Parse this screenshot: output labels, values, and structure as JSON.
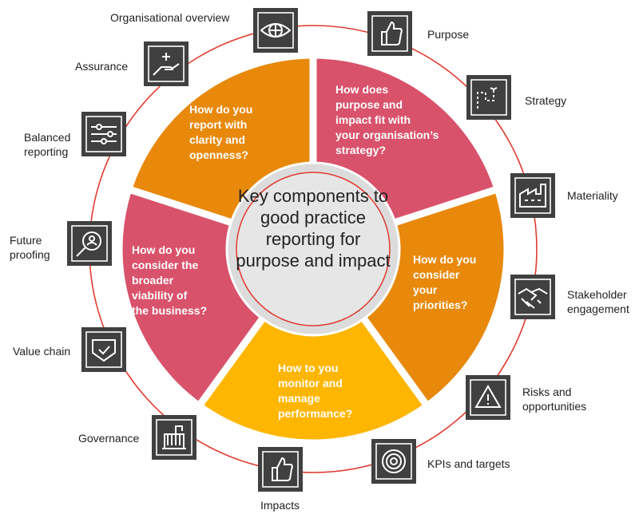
{
  "title": "Key components to good practice reporting for purpose and impact",
  "colors": {
    "pink": "#d9526b",
    "orange": "#e8890c",
    "yellow": "#ffb600",
    "ring": "#e03c31",
    "icon": "#404040",
    "center": "#dcdcdc"
  },
  "segments": [
    {
      "text": "How does purpose and impact fit with your organisation’s strategy?",
      "lines": [
        "How does",
        "purpose and",
        "impact fit with",
        "your organisation’s",
        "strategy?"
      ],
      "color": "pink"
    },
    {
      "text": "How do you consider your priorities?",
      "lines": [
        "How do you",
        "consider",
        "your",
        "priorities?"
      ],
      "color": "orange"
    },
    {
      "text": "How to you monitor and manage performance?",
      "lines": [
        "How to you",
        "monitor and",
        "manage",
        "performance?"
      ],
      "color": "yellow"
    },
    {
      "text": "How do you consider the broader viability of the business?",
      "lines": [
        "How do you",
        "consider the",
        "broader",
        "viability of",
        "the business?"
      ],
      "color": "pink"
    },
    {
      "text": "How do you report with clarity and openness?",
      "lines": [
        "How do you",
        "report with",
        "clarity and",
        "openness?"
      ],
      "color": "orange"
    }
  ],
  "components": [
    {
      "label": "Organisational overview",
      "icon": "eye-icon"
    },
    {
      "label": "Purpose",
      "icon": "thumbs-up-icon"
    },
    {
      "label": "Strategy",
      "icon": "strategy-path-icon"
    },
    {
      "label": "Materiality",
      "icon": "factory-icon"
    },
    {
      "label": "Stakeholder engagement",
      "icon": "handshake-icon"
    },
    {
      "label": "Risks and opportunities",
      "icon": "warning-icon"
    },
    {
      "label": "KPIs and targets",
      "icon": "target-icon"
    },
    {
      "label": "Impacts",
      "icon": "thumbs-up-icon"
    },
    {
      "label": "Governance",
      "icon": "building-icon"
    },
    {
      "label": "Value chain",
      "icon": "shield-check-icon"
    },
    {
      "label": "Future proofing",
      "icon": "magnifier-person-icon"
    },
    {
      "label": "Balanced reporting",
      "icon": "sliders-icon"
    },
    {
      "label": "Assurance",
      "icon": "hand-plus-icon"
    }
  ]
}
